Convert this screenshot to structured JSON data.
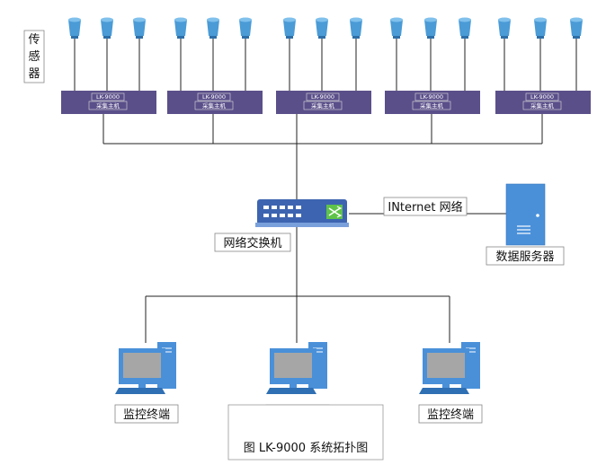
{
  "sensor_label": [
    "传",
    "感",
    "器"
  ],
  "collectors": [
    {
      "model": "LK-9000",
      "name": "采集主机"
    },
    {
      "model": "LK-9000",
      "name": "采集主机"
    },
    {
      "model": "LK-9000",
      "name": "采集主机"
    },
    {
      "model": "LK-9000",
      "name": "采集主机"
    },
    {
      "model": "LK-9000",
      "name": "采集主机"
    }
  ],
  "switch_label": "网络交换机",
  "internet_label": "INternet 网络",
  "server_label": "数据服务器",
  "terminals": [
    "监控终端",
    "监控终端",
    "监控终端"
  ],
  "caption": "图  LK-9000 系统拓扑图",
  "colors": {
    "sensor": "#4a9bd6",
    "collector": "#5b4f8a",
    "switch": "#4472c4",
    "server": "#4a90d9",
    "monitor": "#4a90d9",
    "line": "#222222"
  }
}
